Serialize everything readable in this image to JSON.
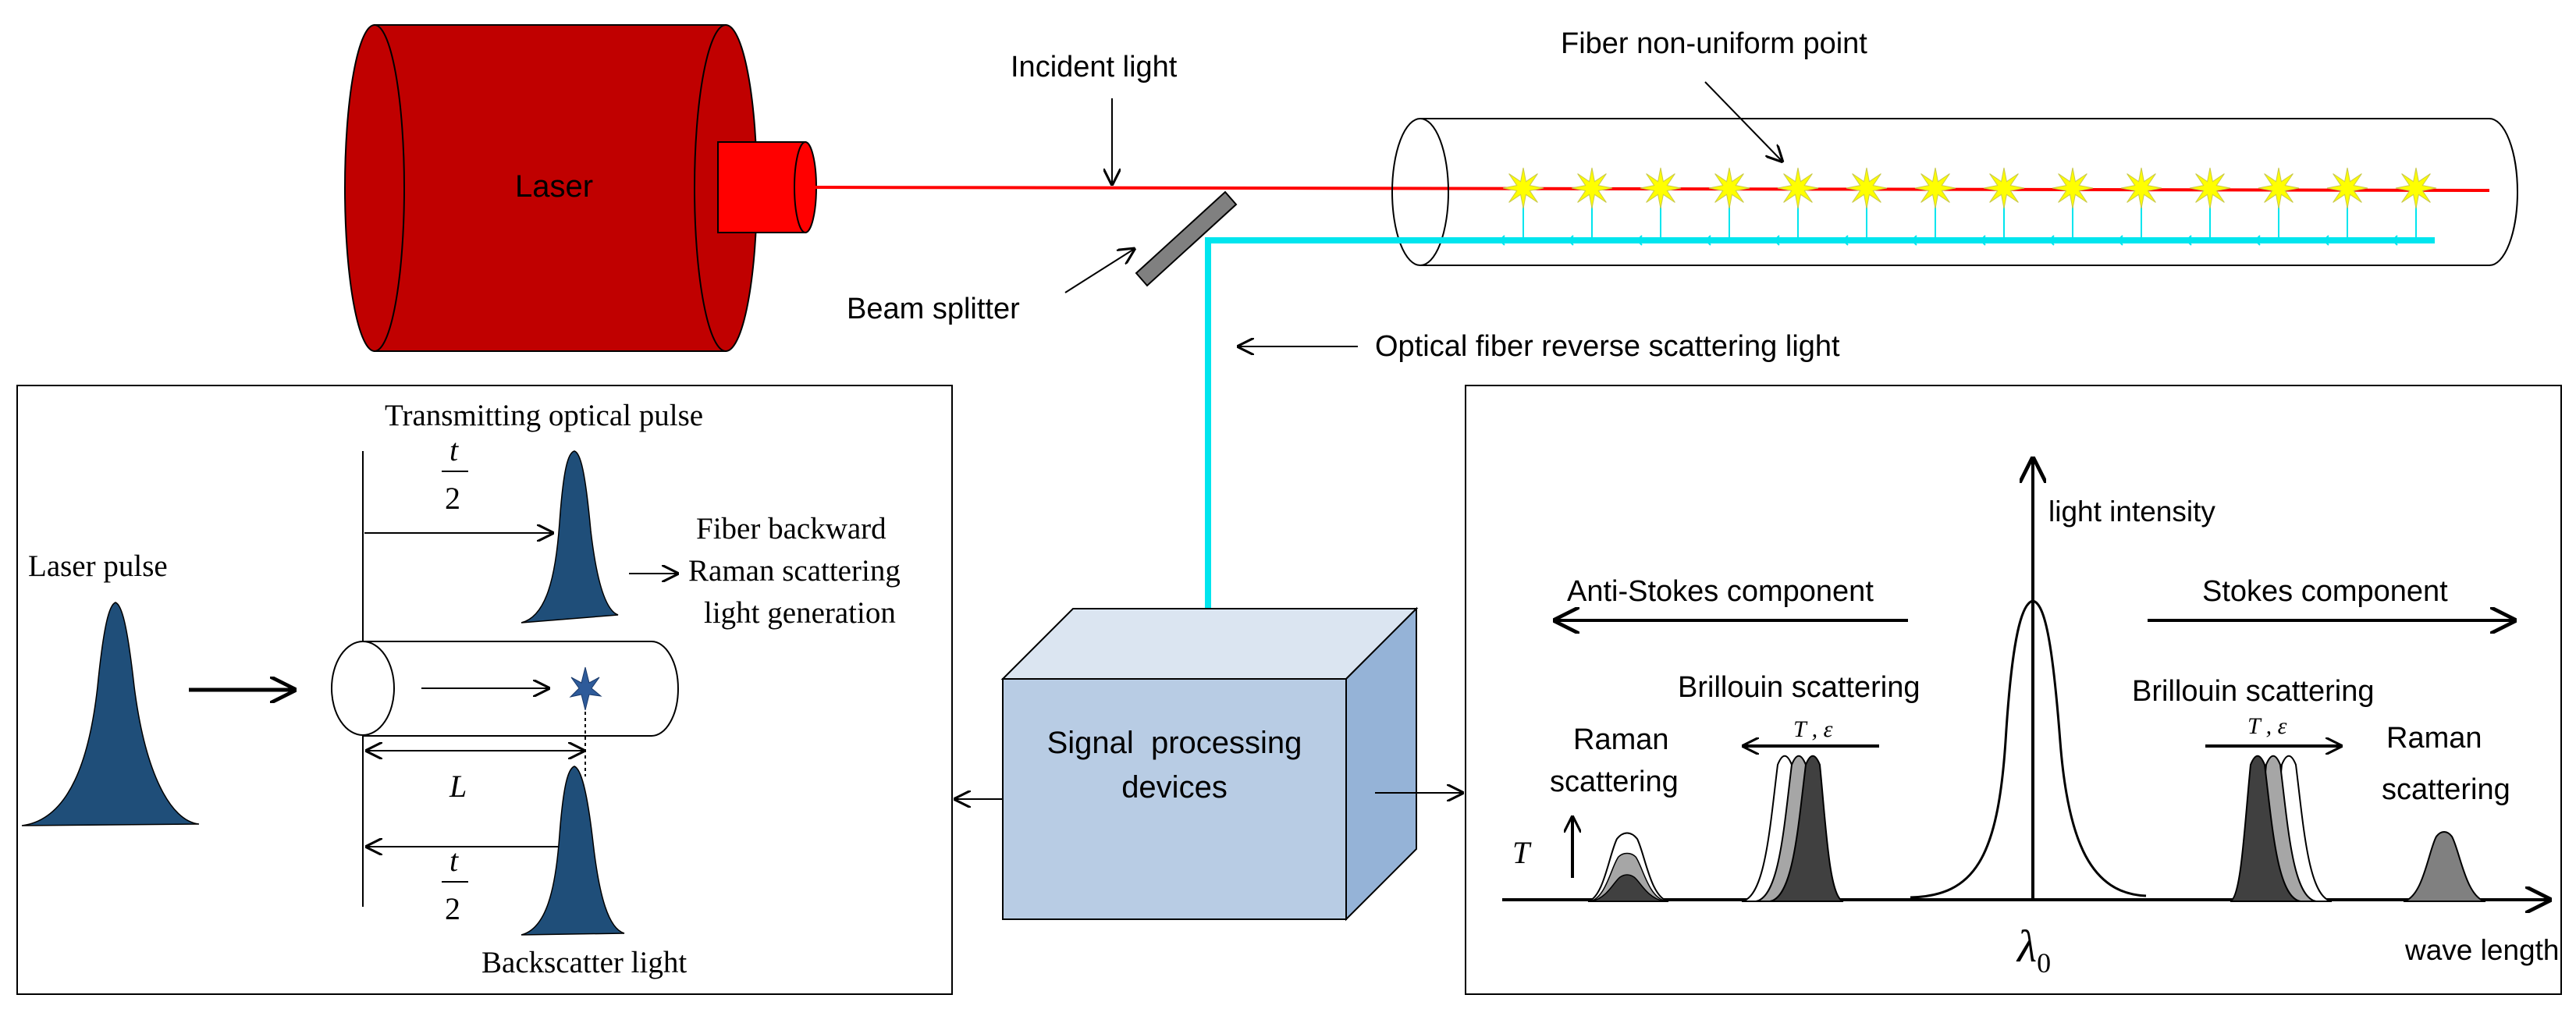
{
  "labels": {
    "laser": "Laser",
    "incident_light": "Incident light",
    "fiber_point": "Fiber non-uniform point",
    "beam_splitter": "Beam splitter",
    "reverse_scatter": "Optical fiber reverse scattering light",
    "transmitting_pulse": "Transmitting optical pulse",
    "laser_pulse": "Laser pulse",
    "raman_gen_1": "Fiber backward",
    "raman_gen_2": "Raman scattering",
    "raman_gen_3": "light generation",
    "backscatter": "Backscatter light",
    "length_L": "L",
    "t_num_top": "t",
    "t_den_top": "2",
    "t_num_bottom": "t",
    "t_den_bottom": "2",
    "signal_1": "Signal  processing",
    "signal_2": "devices",
    "light_intensity": "light intensity",
    "anti_stokes": "Anti-Stokes component",
    "stokes": "Stokes component",
    "brillouin_left": "Brillouin scattering",
    "brillouin_right": "Brillouin scattering",
    "raman_left_1": "Raman",
    "raman_left_2": "scattering",
    "raman_right_1": "Raman",
    "raman_right_2": "scattering",
    "t_eps_left": "T , ε",
    "t_eps_right": "T , ε",
    "T_axis": "T",
    "lambda": "λ",
    "lambda_sub": "0",
    "wave_length": "wave length"
  },
  "colors": {
    "laser_body": "#c00000",
    "laser_nozzle": "#ff0000",
    "fiber_core": "#ff0000",
    "backscatter": "#00e5ee",
    "pulse": "#1f4e79",
    "box_front": "#b8cce4",
    "box_top": "#dbe5f1",
    "box_side": "#95b3d7",
    "star": "#ffff00"
  },
  "icons": [
    "scatter-star-icon",
    "arrow-icon",
    "pulse-icon"
  ]
}
